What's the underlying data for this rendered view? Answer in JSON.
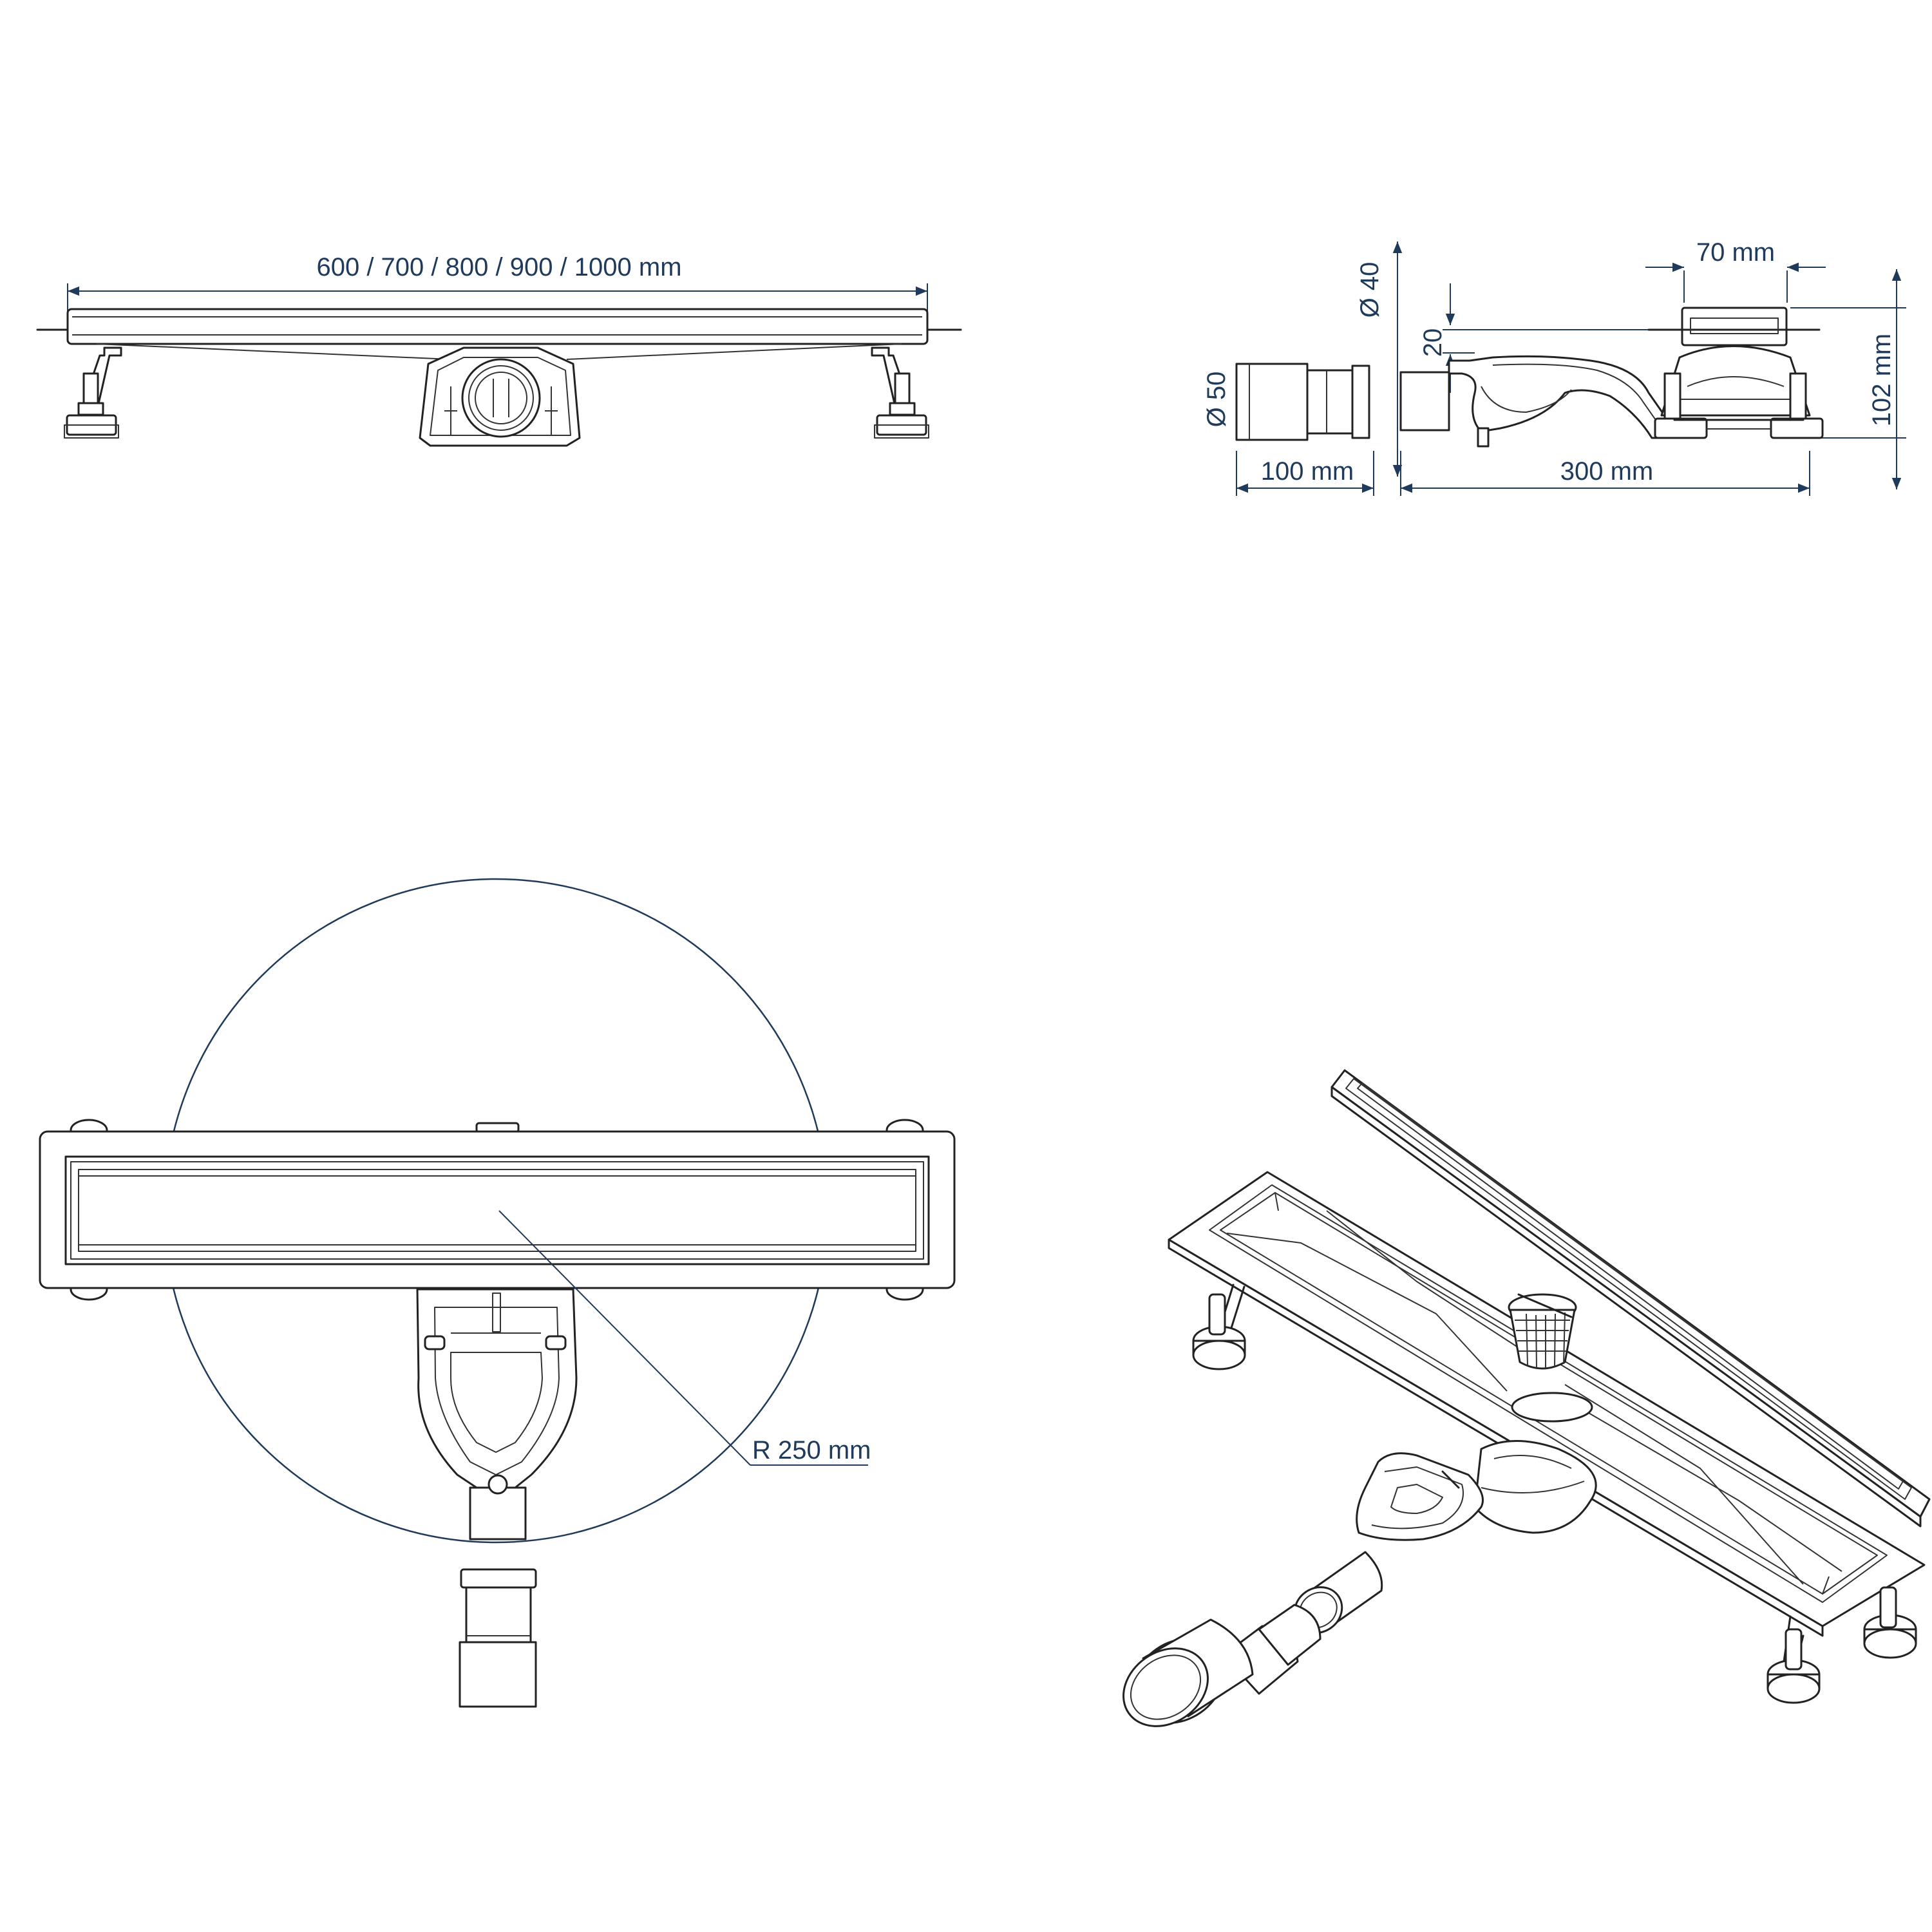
{
  "dimensions": {
    "length": "600 / 700 / 800 / 900 / 1000 mm",
    "outlet_diameter_40": "Ø 40",
    "outlet_diameter_50": "Ø 50",
    "depth_offset": "20",
    "grate_width": "70 mm",
    "total_height": "102 mm",
    "adapter_length": "100 mm",
    "body_length": "300 mm",
    "radius": "R 250 mm"
  },
  "colors": {
    "dimension": "#1f3a5a",
    "outline": "#222222"
  }
}
